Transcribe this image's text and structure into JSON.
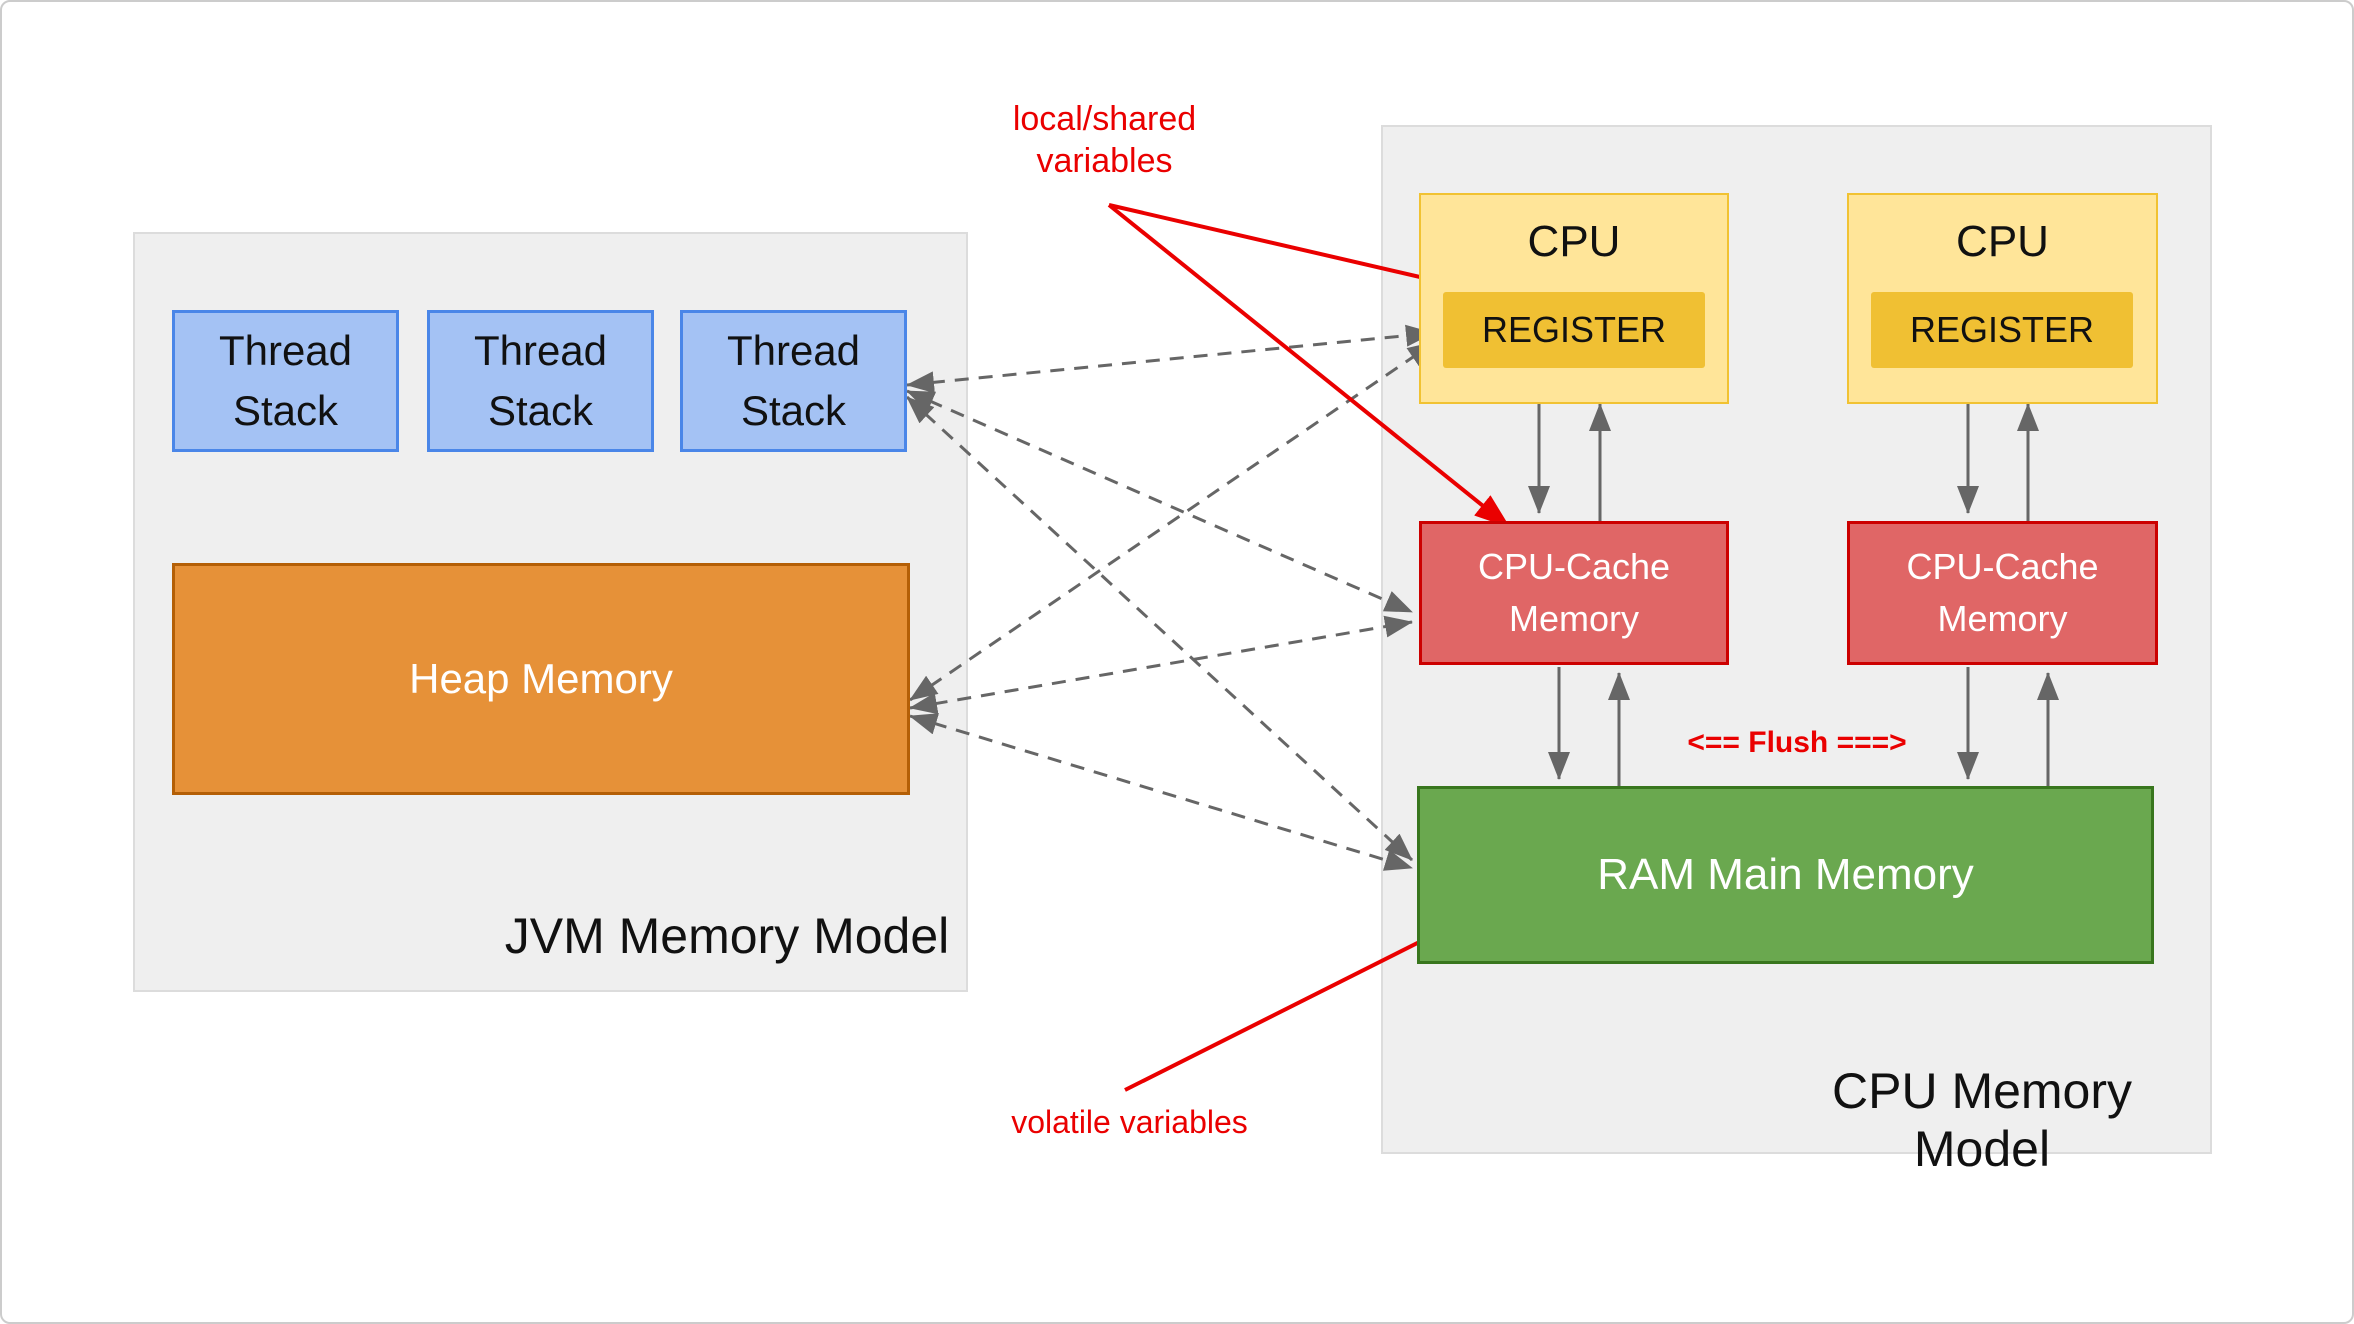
{
  "jvm": {
    "title": "JVM Memory Model",
    "thread_stacks": [
      {
        "label": "Thread Stack"
      },
      {
        "label": "Thread Stack"
      },
      {
        "label": "Thread Stack"
      }
    ],
    "heap": {
      "label": "Heap Memory"
    }
  },
  "cpu_model": {
    "title": "CPU Memory Model",
    "cpus": [
      {
        "label": "CPU",
        "register_label": "REGISTER"
      },
      {
        "label": "CPU",
        "register_label": "REGISTER"
      }
    ],
    "caches": [
      {
        "label": "CPU-Cache Memory"
      },
      {
        "label": "CPU-Cache Memory"
      }
    ],
    "ram": {
      "label": "RAM Main Memory"
    },
    "flush_label": "<== Flush ===>"
  },
  "annotations": {
    "local_shared_variables": "local/shared variables",
    "volatile_variables": "volatile variables"
  },
  "colors": {
    "panel_bg": "#efefef",
    "thread_stack_fill": "#a4c2f4",
    "thread_stack_border": "#4a86e8",
    "heap_fill": "#e69138",
    "heap_border": "#b45f06",
    "cpu_fill": "#ffe599",
    "cpu_border": "#f1c232",
    "register_fill": "#f0c033",
    "cache_fill": "#e06666",
    "cache_border": "#cc0000",
    "ram_fill": "#6aa84f",
    "ram_border": "#38761d",
    "arrow_gray": "#666666",
    "annotation_red": "#ea0000"
  }
}
